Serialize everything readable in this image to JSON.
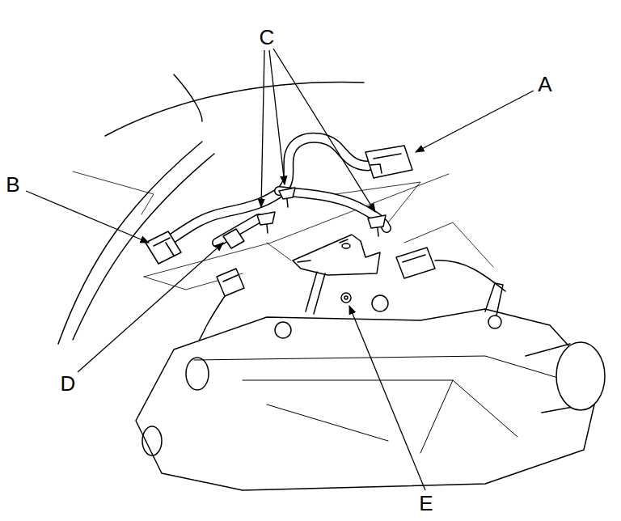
{
  "diagram": {
    "labels": [
      "C",
      "A",
      "B",
      "D",
      "E"
    ]
  }
}
